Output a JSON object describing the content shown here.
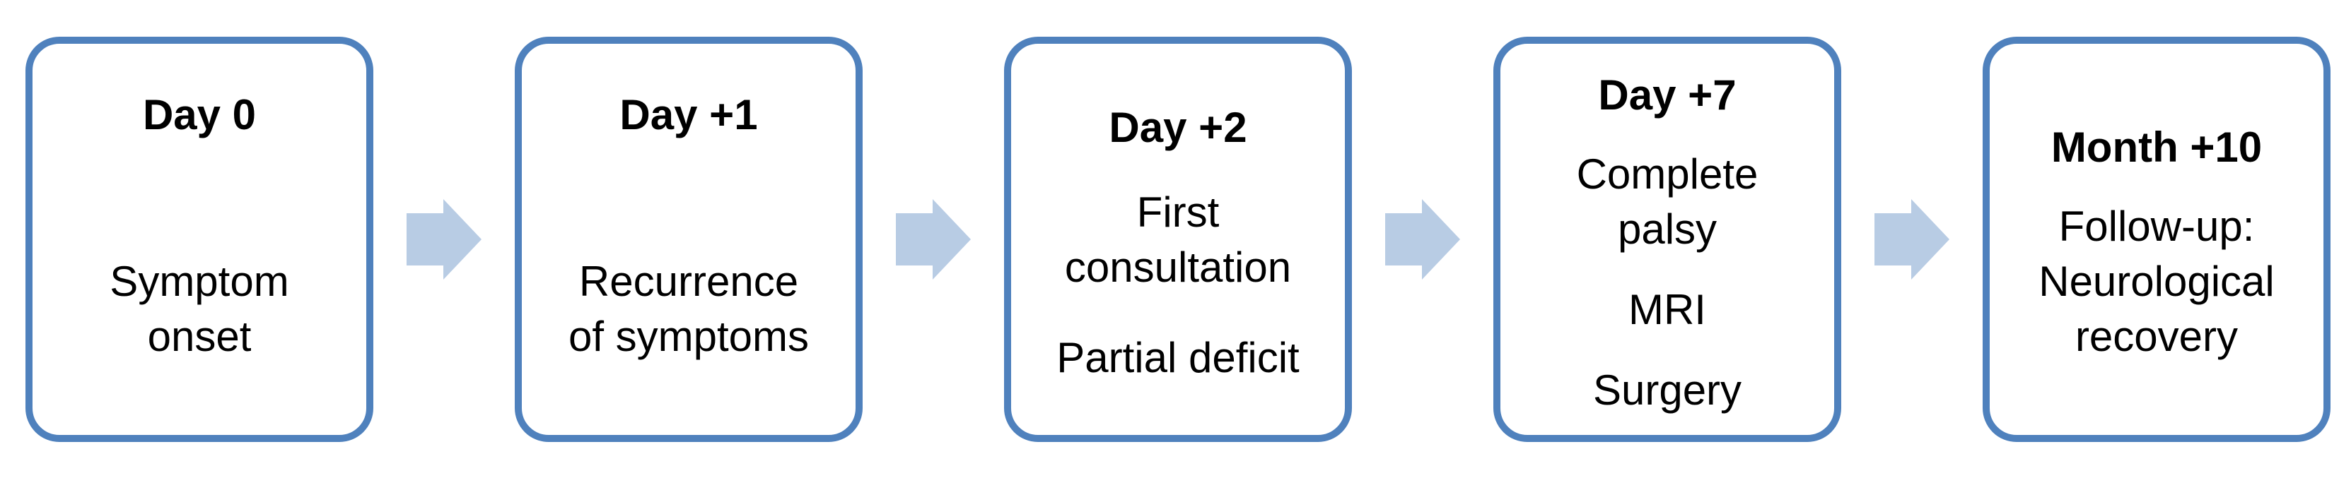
{
  "figure": {
    "type": "timeline-flowchart",
    "background": "#ffffff",
    "colors": {
      "box_border": "#4f81bd",
      "box_fill": "#ffffff",
      "arrow_fill": "#b8cce4",
      "text": "#000000"
    },
    "arrow_icon": "right-block-arrow",
    "steps": [
      {
        "title": "Day 0",
        "paragraphs": [
          "Symptom\nonset"
        ]
      },
      {
        "title": "Day +1",
        "paragraphs": [
          "Recurrence\nof symptoms"
        ]
      },
      {
        "title": "Day +2",
        "paragraphs": [
          "First\nconsultation",
          "Partial deficit"
        ]
      },
      {
        "title": "Day +7",
        "paragraphs": [
          "Complete\npalsy",
          "MRI",
          "Surgery"
        ]
      },
      {
        "title": "Month +10",
        "paragraphs": [
          "Follow-up:\nNeurological\nrecovery"
        ]
      }
    ]
  }
}
